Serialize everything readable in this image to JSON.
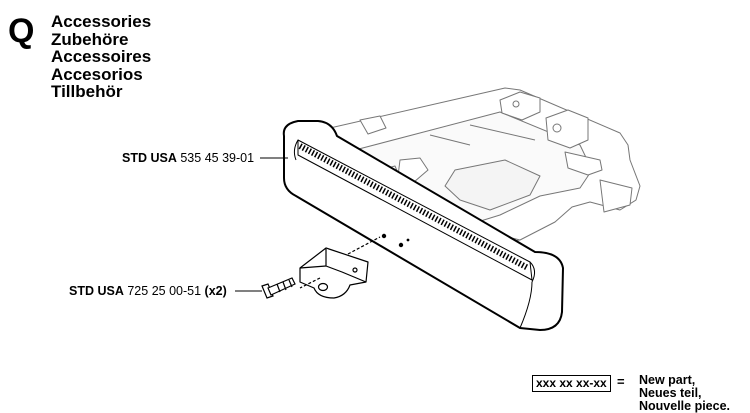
{
  "section": {
    "letter": "Q",
    "titles": [
      "Accessories",
      "Zubehöre",
      "Accessoires",
      "Accesorios",
      "Tillbehör"
    ]
  },
  "callouts": [
    {
      "prefix": "STD USA",
      "part_number": "535 45 39-01",
      "qty": ""
    },
    {
      "prefix": "STD USA",
      "part_number": "725 25 00-51",
      "qty": "(x2)"
    }
  ],
  "legend": {
    "code": "xxx xx xx-xx",
    "equals": "=",
    "lines": [
      "New part,",
      "Neues teil,",
      "Nouvelle piece."
    ]
  }
}
